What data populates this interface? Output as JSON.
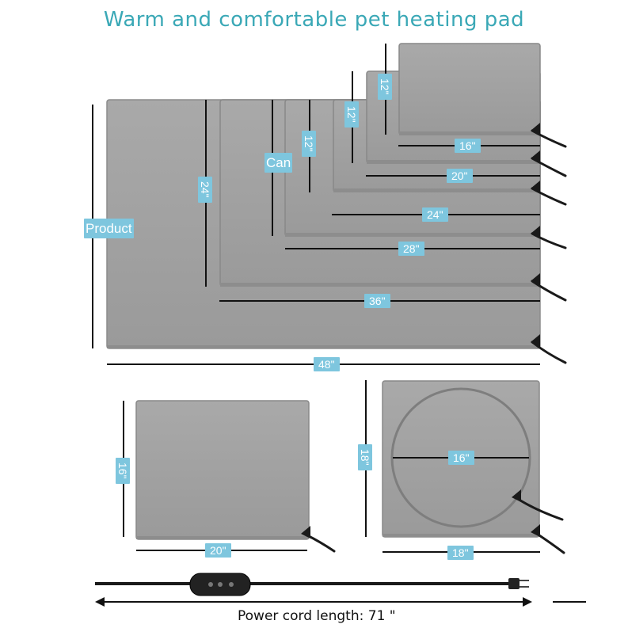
{
  "title": "Warm and comfortable pet heating pad",
  "colors": {
    "title": "#3aa8b6",
    "pad_fill": "#a3a3a3",
    "pad_edge": "#8c8c8c",
    "label_bg": "#7ec6de",
    "dimension_line": "#111111",
    "cord": "#1a1a1a"
  },
  "labels": {
    "product": "Product",
    "can": "Can",
    "w48": "48\"",
    "w36": "36\"",
    "w28": "28\"",
    "w24": "24\"",
    "w20": "20\"",
    "w16": "16\"",
    "h24": "24\"",
    "h12a": "12\"",
    "h12b": "12\"",
    "h12c": "12\"",
    "small_w": "20\"",
    "small_h": "16\"",
    "round_d": "16\"",
    "round_w": "18\"",
    "round_h": "18\""
  },
  "power_cord": "Power cord length: 71 \""
}
